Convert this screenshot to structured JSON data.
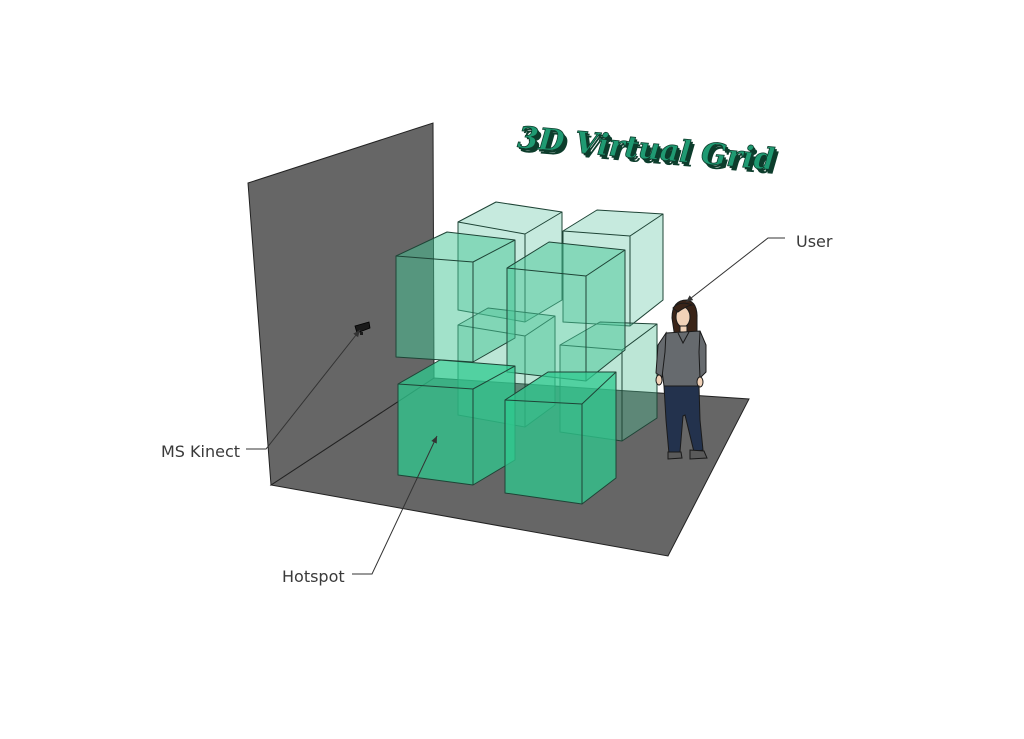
{
  "title": "3D Virtual Grid",
  "labels": {
    "user": "User",
    "kinect": "MS Kinect",
    "hotspot": "Hotspot"
  },
  "colors": {
    "wall": "#666666",
    "floor": "#666666",
    "hotspot_fill": "#2fc98f",
    "title_fill": "#1f9a72",
    "title_shadow": "#0d3d2c",
    "person_shirt": "#666a6e",
    "person_jeans": "#23324d",
    "person_hair": "#3a2418",
    "person_skin": "#f1d2b8"
  },
  "icons": [
    "kinect-sensor-icon",
    "user-figure-icon"
  ]
}
